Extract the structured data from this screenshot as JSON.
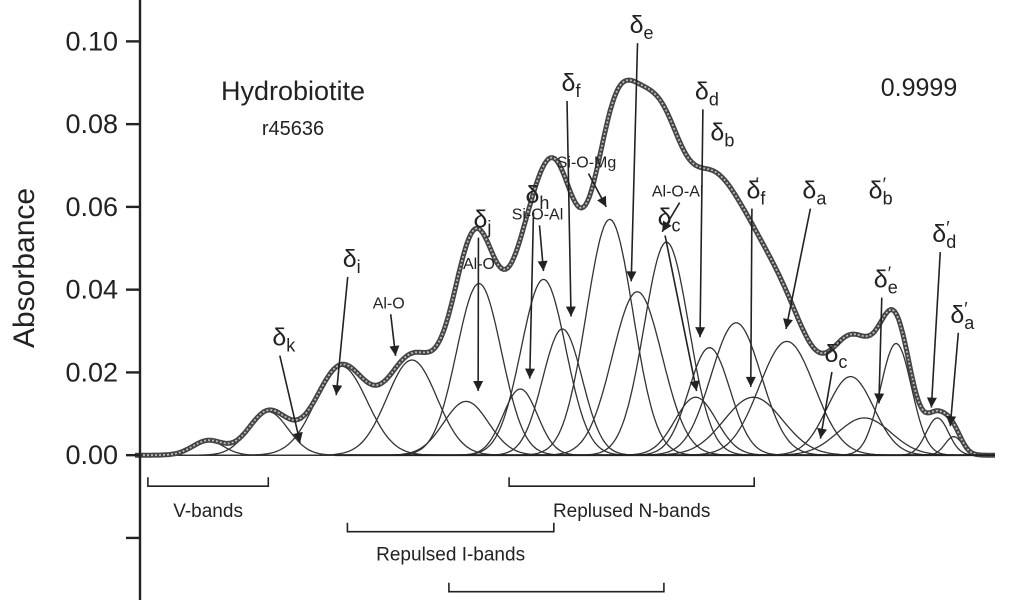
{
  "chart_data": {
    "type": "area",
    "title": "Hydrobiotite",
    "subtitle": "r45636",
    "fit_value": "0.9999",
    "ylabel": "Absorbance",
    "xlabel": "",
    "ylim": [
      -0.035,
      0.11
    ],
    "yticks": [
      {
        "value": 0.1,
        "label": "0.10"
      },
      {
        "value": 0.08,
        "label": "0.08"
      },
      {
        "value": 0.06,
        "label": "0.06"
      },
      {
        "value": 0.04,
        "label": "0.04"
      },
      {
        "value": 0.02,
        "label": "0.02"
      },
      {
        "value": 0.0,
        "label": "0.00"
      },
      {
        "value": -0.02,
        "label": ""
      }
    ],
    "components": [
      {
        "id": "k",
        "center": 0.085,
        "height": 0.0035,
        "width": 0.018
      },
      {
        "id": "i",
        "center": 0.155,
        "height": 0.0105,
        "width": 0.023
      },
      {
        "id": "V",
        "center": 0.24,
        "height": 0.0215,
        "width": 0.03
      },
      {
        "id": "B4",
        "center": 0.322,
        "height": 0.023,
        "width": 0.029
      },
      {
        "id": "j",
        "center": 0.385,
        "height": 0.013,
        "width": 0.026
      },
      {
        "id": "AlO",
        "center": 0.4,
        "height": 0.0415,
        "width": 0.026
      },
      {
        "id": "h",
        "center": 0.448,
        "height": 0.016,
        "width": 0.02
      },
      {
        "id": "SiOAl",
        "center": 0.475,
        "height": 0.0425,
        "width": 0.026
      },
      {
        "id": "f",
        "center": 0.497,
        "height": 0.0305,
        "width": 0.023
      },
      {
        "id": "SiOMg",
        "center": 0.552,
        "height": 0.057,
        "width": 0.027
      },
      {
        "id": "e",
        "center": 0.584,
        "height": 0.0395,
        "width": 0.029
      },
      {
        "id": "AlOAl",
        "center": 0.618,
        "height": 0.0515,
        "width": 0.026
      },
      {
        "id": "c",
        "center": 0.652,
        "height": 0.014,
        "width": 0.024
      },
      {
        "id": "d",
        "center": 0.668,
        "height": 0.026,
        "width": 0.024
      },
      {
        "id": "b",
        "center": 0.699,
        "height": 0.032,
        "width": 0.029
      },
      {
        "id": "fp",
        "center": 0.719,
        "height": 0.014,
        "width": 0.034
      },
      {
        "id": "a",
        "center": 0.758,
        "height": 0.0275,
        "width": 0.032
      },
      {
        "id": "cp",
        "center": 0.832,
        "height": 0.019,
        "width": 0.027
      },
      {
        "id": "ep",
        "center": 0.848,
        "height": 0.009,
        "width": 0.031
      },
      {
        "id": "bp",
        "center": 0.885,
        "height": 0.027,
        "width": 0.018
      },
      {
        "id": "dp",
        "center": 0.933,
        "height": 0.009,
        "width": 0.013
      },
      {
        "id": "ap",
        "center": 0.952,
        "height": 0.0045,
        "width": 0.01
      }
    ],
    "band_labels": [
      {
        "text": "Al-O",
        "x": 0.295,
        "y": 0.0355,
        "ax": 0.303,
        "ay": 0.024
      },
      {
        "text": "Al-O",
        "x": 0.4,
        "y": 0.045,
        "ax": null,
        "ay": null
      },
      {
        "text": "Si-O-Al",
        "x": 0.468,
        "y": 0.057,
        "ax": 0.475,
        "ay": 0.0445
      },
      {
        "text": "Si-O-Mg",
        "x": 0.525,
        "y": 0.0695,
        "ax": 0.548,
        "ay": 0.06
      },
      {
        "text": "Al-O-Al",
        "x": 0.631,
        "y": 0.0625,
        "ax": 0.613,
        "ay": 0.054
      }
    ],
    "delta_labels": [
      {
        "sub": "k",
        "prime": false,
        "x": 0.173,
        "y": 0.0265,
        "ax": 0.192,
        "ay": 0.003
      },
      {
        "sub": "i",
        "prime": false,
        "x": 0.252,
        "y": 0.0455,
        "ax": 0.234,
        "ay": 0.0145
      },
      {
        "sub": "j",
        "prime": false,
        "x": 0.404,
        "y": 0.055,
        "ax": 0.399,
        "ay": 0.0155
      },
      {
        "sub": "h",
        "prime": false,
        "x": 0.468,
        "y": 0.061,
        "ax": 0.459,
        "ay": 0.0185
      },
      {
        "sub": "f",
        "prime": false,
        "x": 0.507,
        "y": 0.088,
        "ax": 0.507,
        "ay": 0.0335
      },
      {
        "sub": "e",
        "prime": false,
        "x": 0.589,
        "y": 0.102,
        "ax": 0.577,
        "ay": 0.042
      },
      {
        "sub": "c",
        "prime": false,
        "x": 0.621,
        "y": 0.0555,
        "ax": 0.653,
        "ay": 0.0155
      },
      {
        "sub": "d",
        "prime": false,
        "x": 0.665,
        "y": 0.086,
        "ax": 0.657,
        "ay": 0.0285
      },
      {
        "sub": "b",
        "prime": false,
        "x": 0.683,
        "y": 0.076,
        "ax": null,
        "ay": null
      },
      {
        "sub": "f",
        "prime": true,
        "x": 0.722,
        "y": 0.062,
        "ax": 0.716,
        "ay": 0.0165
      },
      {
        "sub": "a",
        "prime": false,
        "x": 0.79,
        "y": 0.062,
        "ax": 0.757,
        "ay": 0.0305
      },
      {
        "sub": "c",
        "prime": true,
        "x": 0.815,
        "y": 0.0225,
        "ax": 0.797,
        "ay": 0.004
      },
      {
        "sub": "b",
        "prime": true,
        "x": 0.867,
        "y": 0.062,
        "ax": null,
        "ay": null
      },
      {
        "sub": "e",
        "prime": true,
        "x": 0.873,
        "y": 0.0405,
        "ax": 0.865,
        "ay": 0.0125
      },
      {
        "sub": "d",
        "prime": true,
        "x": 0.941,
        "y": 0.0515,
        "ax": 0.926,
        "ay": 0.0115
      },
      {
        "sub": "a",
        "prime": true,
        "x": 0.962,
        "y": 0.032,
        "ax": 0.948,
        "ay": 0.007
      }
    ],
    "groups": [
      {
        "label": "V-bands",
        "x0": 0.015,
        "x1": 0.155,
        "y": -0.0075,
        "ly": -0.015
      },
      {
        "label": "Repulsed I-bands",
        "x0": 0.247,
        "x1": 0.487,
        "y": -0.0185,
        "ly": -0.0255
      },
      {
        "label": "Replused N-bands",
        "x0": 0.435,
        "x1": 0.72,
        "y": -0.0075,
        "ly": -0.015
      },
      {
        "label": "",
        "x0": 0.365,
        "x1": 0.615,
        "y": -0.033,
        "ly": null
      }
    ]
  }
}
